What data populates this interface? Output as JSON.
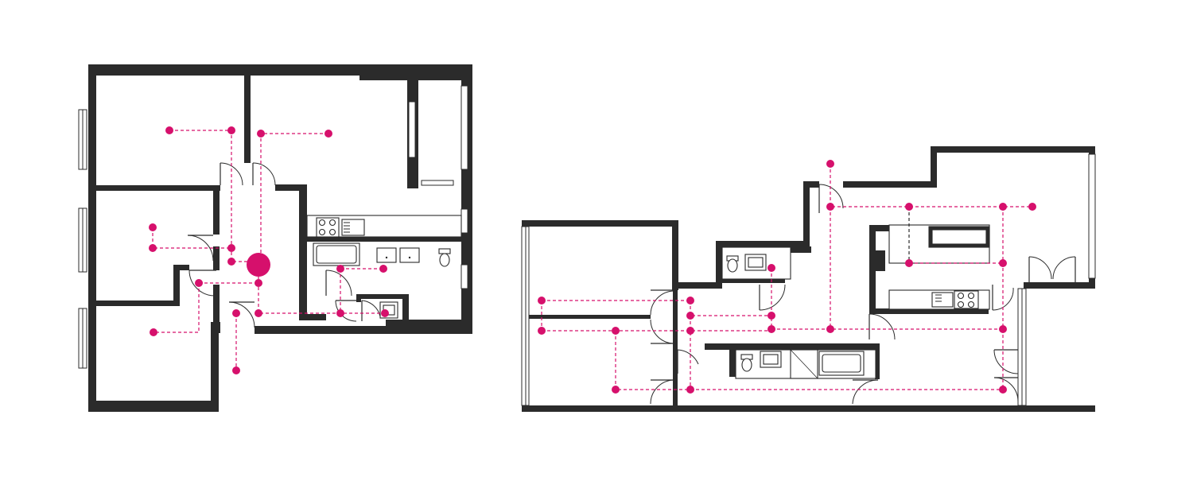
{
  "colors": {
    "wall": "#2b2b2b",
    "circulation": "#d6106c",
    "background": "#ffffff"
  },
  "plans": [
    {
      "name": "",
      "circulation": {
        "hub_nodes": 1,
        "style": "dashed"
      }
    },
    {
      "name": "",
      "circulation": {
        "hub_nodes": 0,
        "style": "dashed"
      }
    }
  ]
}
